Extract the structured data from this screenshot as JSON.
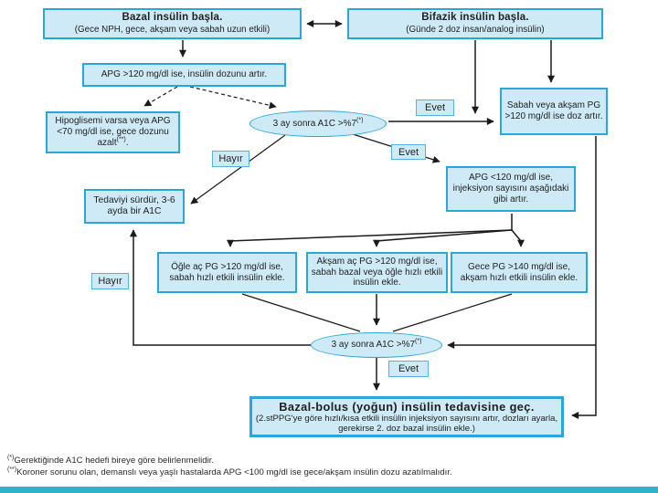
{
  "slide": {
    "colors": {
      "box_fill": "#cdeaf6",
      "box_border": "#2aa7da",
      "accent_bar": "#2db4c8",
      "arrow": "#1a1a1a"
    },
    "nodes": {
      "bazal": {
        "title": "Bazal insülin başla.",
        "subtitle": "(Gece NPH, gece, akşam veya sabah uzun etkili)"
      },
      "bifazik": {
        "title": "Bifazik insülin başla.",
        "subtitle": "(Günde 2 doz insan/analog insülin)"
      },
      "apg_artir": {
        "text": "APG >120 mg/dl ise, insülin dozunu artır."
      },
      "hipoglisemi": {
        "text": "Hipoglisemi varsa veya APG <70 mg/dl ise, gece dozunu azalt",
        "sup": "(**)",
        "tail": "."
      },
      "a1c_karar_1": {
        "text": "3 ay sonra A1C >%7",
        "sup": "(*)"
      },
      "sabah_aksam": {
        "text": "Sabah veya akşam PG >120 mg/dl ise doz artır."
      },
      "apg_120_alti": {
        "text": "APG <120 mg/dl ise, injeksiyon sayısını aşağıdaki gibi artır."
      },
      "tedavi_surdur": {
        "text": "Tedaviyi sürdür, 3-6 ayda bir A1C"
      },
      "ogle": {
        "text": "Öğle aç PG >120 mg/dl ise, sabah hızlı etkili insülin ekle."
      },
      "aksam": {
        "text": "Akşam aç PG >120 mg/dl ise, sabah bazal veya öğle hızlı etkili insülin ekle."
      },
      "gece": {
        "text": "Gece PG >140 mg/dl ise, akşam hızlı etkili insülin ekle."
      },
      "a1c_karar_2": {
        "text": "3 ay sonra A1C >%7",
        "sup": "(*)"
      },
      "bazal_bolus": {
        "title": "Bazal-bolus (yoğun) insülin tedavisine geç.",
        "subtitle": "(2.stPPG'ye göre hızlı/kısa etkili insülin injeksiyon sayısını artır, dozları ayarla, gerekirse 2. doz bazal insülin ekle.)"
      }
    },
    "labels": {
      "evet": "Evet",
      "hayir": "Hayır"
    },
    "footnotes": [
      {
        "sup": "(*)",
        "text": "Gerektiğinde A1C hedefi bireye göre belirlenmelidir."
      },
      {
        "sup": "(**)",
        "text": "Koroner sorunu olan, demanslı veya yaşlı hastalarda APG <100 mg/dl ise gece/akşam insülin dozu azatılmalıdır."
      }
    ]
  }
}
